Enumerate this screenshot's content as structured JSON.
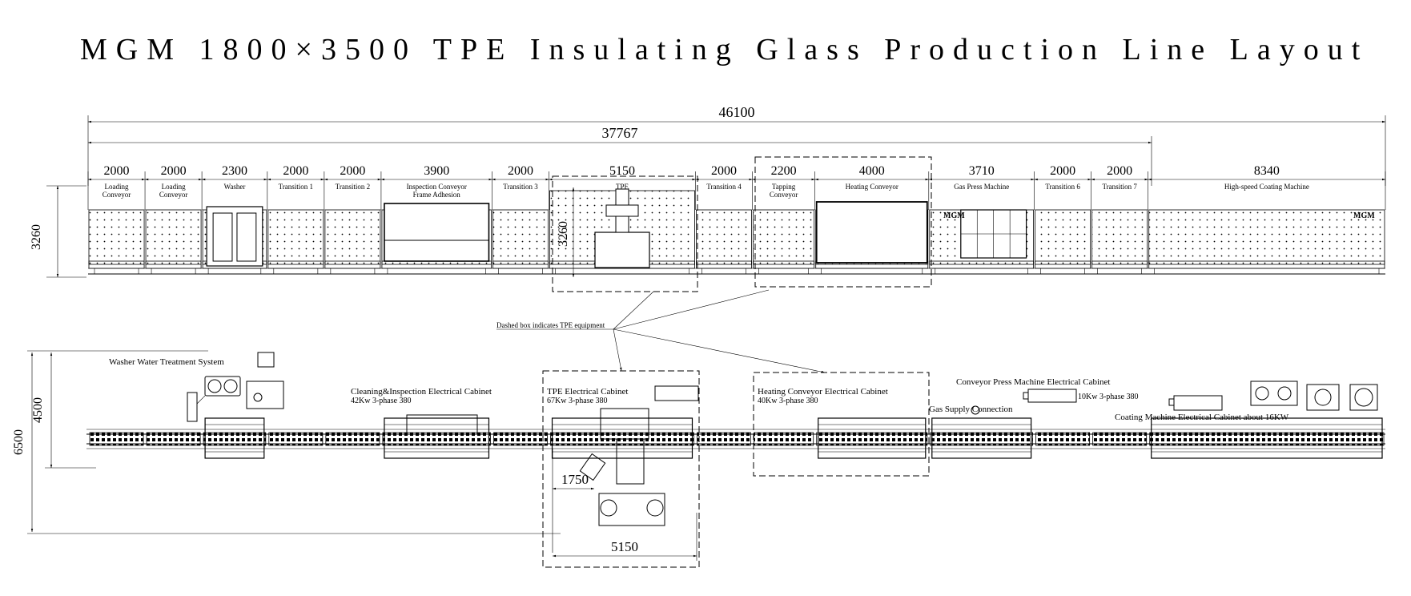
{
  "title": "MGM 1800×3500  TPE Insulating Glass Production Line Layout",
  "overall": {
    "total": "46100",
    "sub": "37767"
  },
  "segments": [
    {
      "dim": "2000",
      "label": "Loading Conveyor",
      "w": 2000
    },
    {
      "dim": "2000",
      "label": "Loading Conveyor",
      "w": 2000
    },
    {
      "dim": "2300",
      "label": "Washer",
      "w": 2300
    },
    {
      "dim": "2000",
      "label": "Transition 1",
      "w": 2000
    },
    {
      "dim": "2000",
      "label": "Transition 2",
      "w": 2000
    },
    {
      "dim": "3900",
      "label": "Inspection Conveyor Frame Adhesion",
      "w": 3900
    },
    {
      "dim": "2000",
      "label": "Transition 3",
      "w": 2000
    },
    {
      "dim": "5150",
      "label": "TPE",
      "w": 5150
    },
    {
      "dim": "2000",
      "label": "Transition 4",
      "w": 2000
    },
    {
      "dim": "2200",
      "label": "Tapping Conveyor",
      "w": 2200
    },
    {
      "dim": "4000",
      "label": "Heating Conveyor",
      "w": 4000
    },
    {
      "dim": "3710",
      "label": "Gas Press Machine",
      "w": 3710
    },
    {
      "dim": "2000",
      "label": "Transition 6",
      "w": 2000
    },
    {
      "dim": "2000",
      "label": "Transition 7",
      "w": 2000
    },
    {
      "dim": "8340",
      "label": "High-speed Coating Machine",
      "w": 8340
    }
  ],
  "heights": {
    "elevation": "3260",
    "tpe_inner": "3260",
    "plan_inner": "4500",
    "plan_outer": "6500"
  },
  "tpe_plan": {
    "offset": "1750",
    "width": "5150"
  },
  "note": "Dashed box indicates TPE equipment",
  "labels": {
    "water_treatment": "Washer Water Treatment System",
    "cleaning_cabinet": "Cleaning&Inspection Electrical Cabinet",
    "cleaning_power": "42Kw 3-phase 380",
    "tpe_cabinet": "TPE Electrical Cabinet",
    "tpe_power": "67Kw 3-phase 380",
    "heating_cabinet": "Heating Conveyor Electrical Cabinet",
    "heating_power": "40Kw  3-phase 380",
    "press_cabinet": "Conveyor Press Machine Electrical Cabinet",
    "press_power": "10Kw  3-phase 380",
    "gas_supply": "Gas Supply Connection",
    "coating_cabinet": "Coating Machine Electrical Cabinet about 16KW"
  },
  "logos": {
    "gas_press": "MGM",
    "coating": "MGM"
  }
}
